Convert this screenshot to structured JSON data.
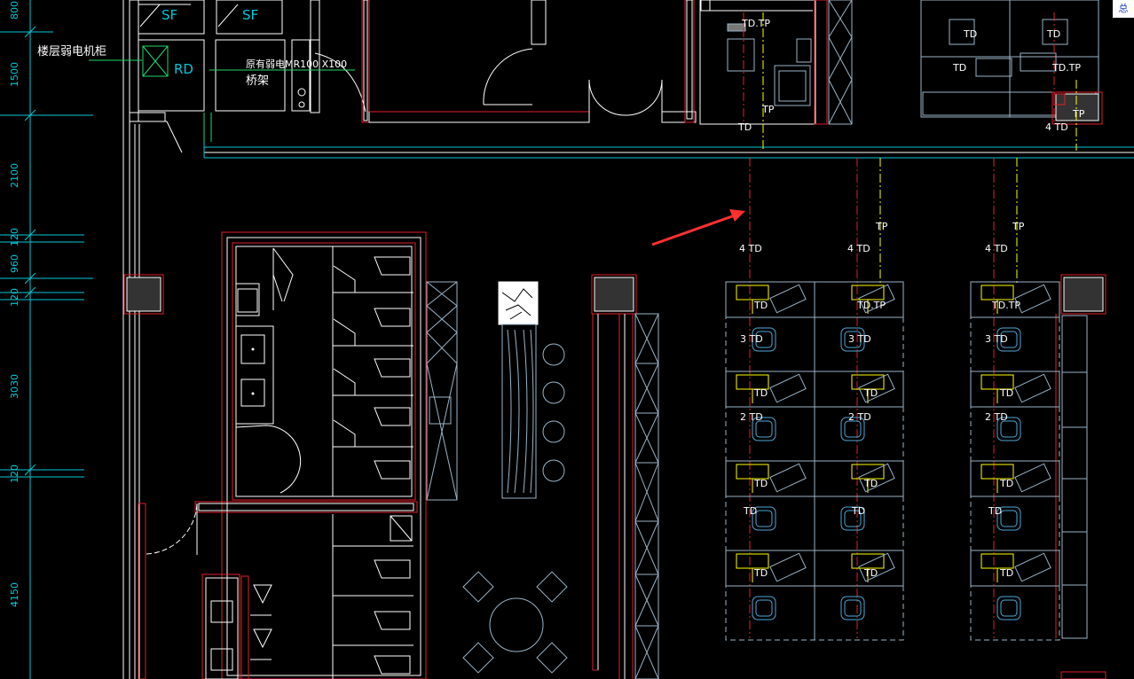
{
  "dimensions": [
    "800",
    "1500",
    "2100",
    "120",
    "960",
    "120",
    "3030",
    "120",
    "4150"
  ],
  "annotations": {
    "rack_label": "楼层弱电机柜",
    "tray_label": "原有弱电MR100 X100",
    "tray_label_2": "桥架",
    "sf": "SF",
    "rd": "RD"
  },
  "outlet_labels": {
    "TD": "TD",
    "TP": "TP",
    "TDTP": "TD.TP",
    "FOUR_TD": "4 TD",
    "THREE_TD": "3 TD",
    "TWO_TD": "2 TD"
  },
  "corner_text": "总",
  "colors": {
    "wall_red": "#e0202a",
    "white_line": "#ffffff",
    "cyan": "#00c8d8",
    "yellow": "#ffff00",
    "furniture": "#9ab4c8",
    "arrow": "#ff3030"
  }
}
